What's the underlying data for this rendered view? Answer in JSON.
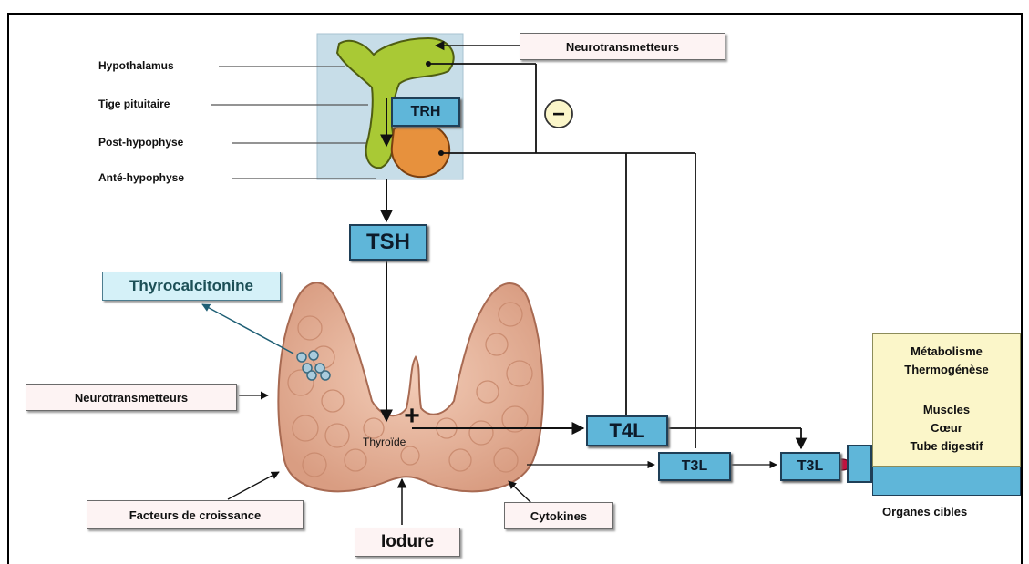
{
  "pituitary_labels": {
    "hypothalamus": "Hypothalamus",
    "tige": "Tige pituitaire",
    "post": "Post-hypophyse",
    "ante": "Anté-hypophyse"
  },
  "inputs": {
    "neuro_top": "Neurotransmetteurs",
    "neuro_left": "Neurotransmetteurs",
    "facteurs": "Facteurs de croissance",
    "iodure": "Iodure",
    "cytokines": "Cytokines"
  },
  "hormones": {
    "trh": "TRH",
    "tsh": "TSH",
    "thyrocalcitonine": "Thyrocalcitonine",
    "t4l": "T4L",
    "t3l_mid": "T3L",
    "t3l_target": "T3L"
  },
  "signs": {
    "minus": "−",
    "plus": "+"
  },
  "thyroid_label": "Thyroïde",
  "targets": {
    "metabolisme": "Métabolisme",
    "thermogenese": "Thermogénèse",
    "muscles": "Muscles",
    "coeur": "Cœur",
    "tube": "Tube digestif",
    "organes": "Organes cibles"
  },
  "colors": {
    "hormone_box": "#5fb6d9",
    "input_box": "#fdf3f3",
    "thyroid": "#e8b49a",
    "target_panel": "#fbf6c9",
    "hypothalamus": "#a9c935",
    "anterior_pituitary": "#e7913d"
  }
}
